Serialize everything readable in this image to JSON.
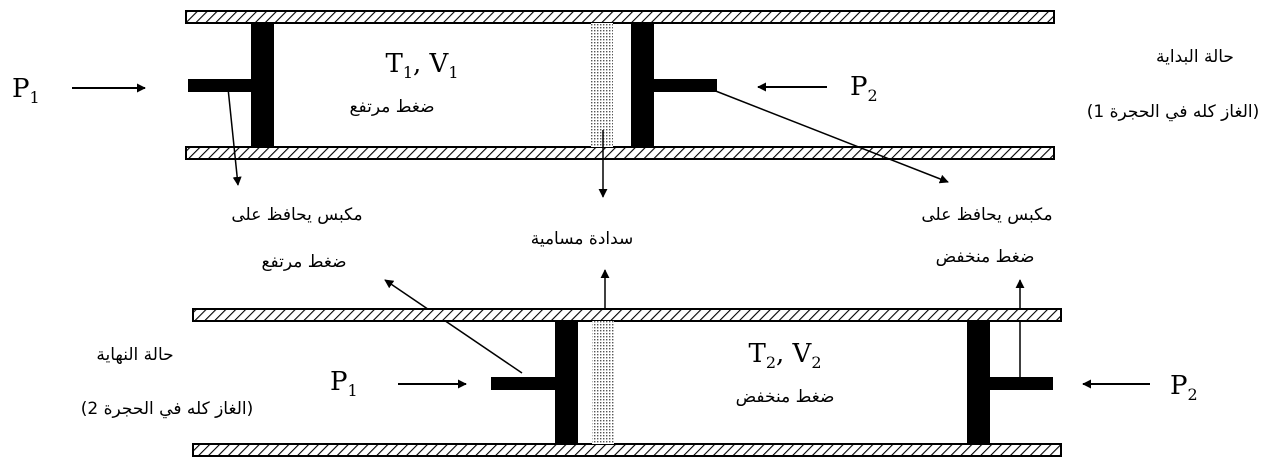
{
  "top_stage": {
    "temp_volume": "T1, V1",
    "pressure_desc": "ضغط مرتفع",
    "left_pressure": "P1",
    "right_pressure": "P2",
    "state_title": "حالة البداية",
    "state_note": "(الغاز كله في الحجرة 1)"
  },
  "middle_labels": {
    "left_piston_line1": "مكبس يحافظ على",
    "left_piston_line2": "ضغط مرتفع",
    "porous_plug": "سدادة مسامية",
    "right_piston_line1": "مكبس يحافظ على",
    "right_piston_line2": "ضغط منخفض"
  },
  "bottom_stage": {
    "temp_volume": "T2, V2",
    "pressure_desc": "ضغط منخفض",
    "left_pressure": "P1",
    "right_pressure": "P2",
    "state_title": "حالة النهاية",
    "state_note": "(الغاز كله في الحجرة 2)"
  }
}
